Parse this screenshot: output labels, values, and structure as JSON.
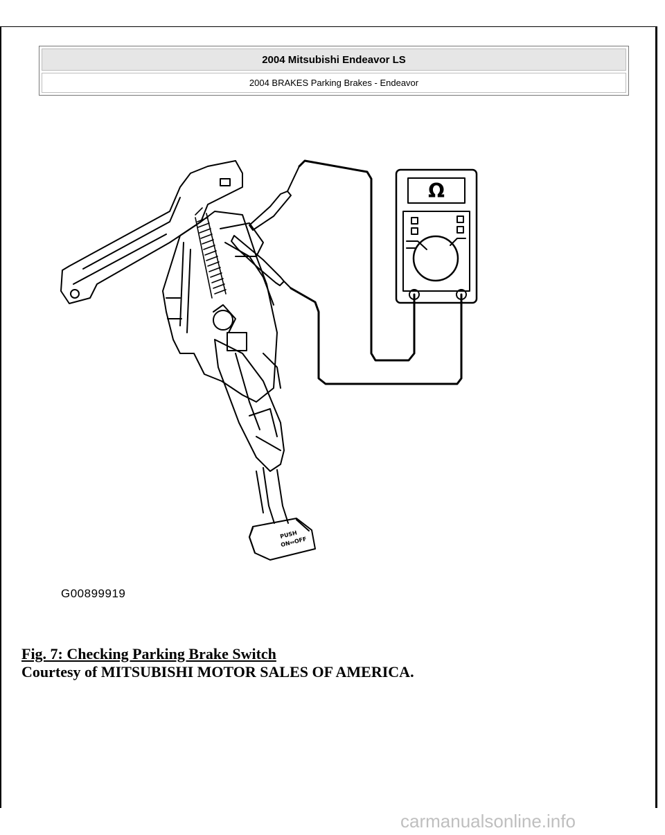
{
  "header": {
    "title": "2004 Mitsubishi Endeavor LS",
    "subtitle": "2004 BRAKES Parking Brakes - Endeavor"
  },
  "figure": {
    "meter_symbol": "Ω",
    "pedal_label_line1": "PUSH",
    "pedal_label_line2": "ON⇔OFF",
    "figure_id": "G00899919"
  },
  "caption": {
    "title": "Fig. 7: Checking Parking Brake Switch",
    "credit": "Courtesy of MITSUBISHI MOTOR SALES OF AMERICA."
  },
  "watermark": "carmanualsonline.info"
}
